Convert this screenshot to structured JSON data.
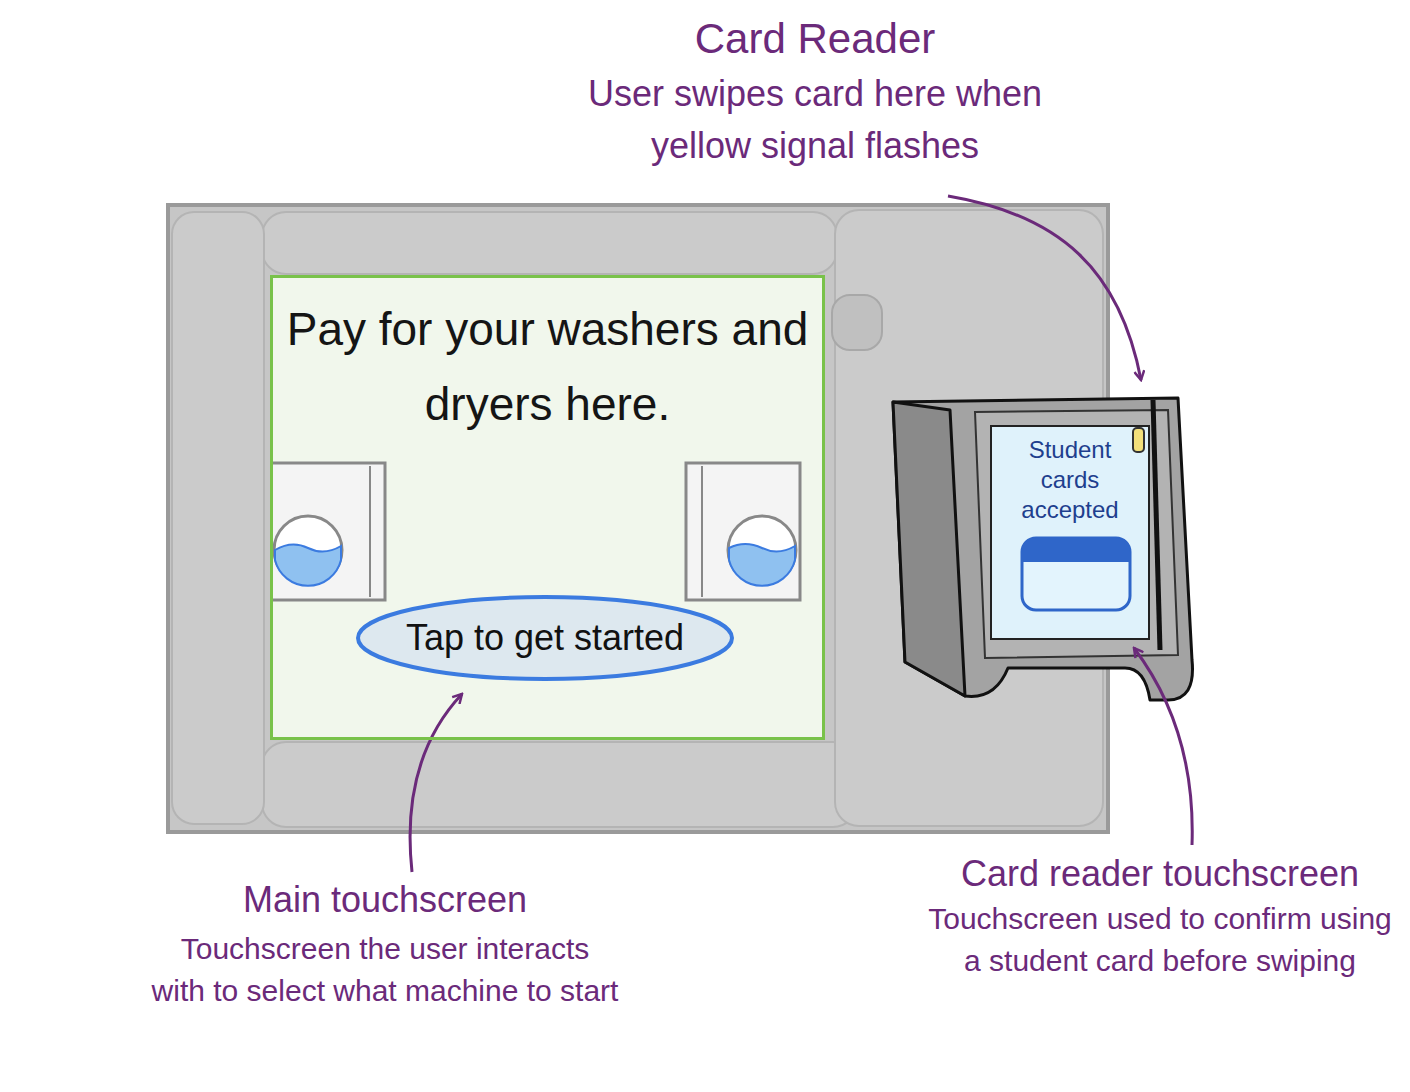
{
  "diagram": {
    "nodes": [
      {
        "text": [
          "Pay for your washers and dryers here."
        ]
      },
      {
        "text": [
          "Tap to get started"
        ],
        "in": 0
      },
      {
        "text": [
          "Student cards accepted"
        ]
      }
    ],
    "labels": [
      "Card Reader",
      "User swipes card here when yellow signal flashes",
      "Main touchscreen",
      "Touchscreen the user interacts with to select what machine to start",
      "Card reader touchscreen",
      "Touchscreen used to confirm using a student card before swiping"
    ]
  }
}
